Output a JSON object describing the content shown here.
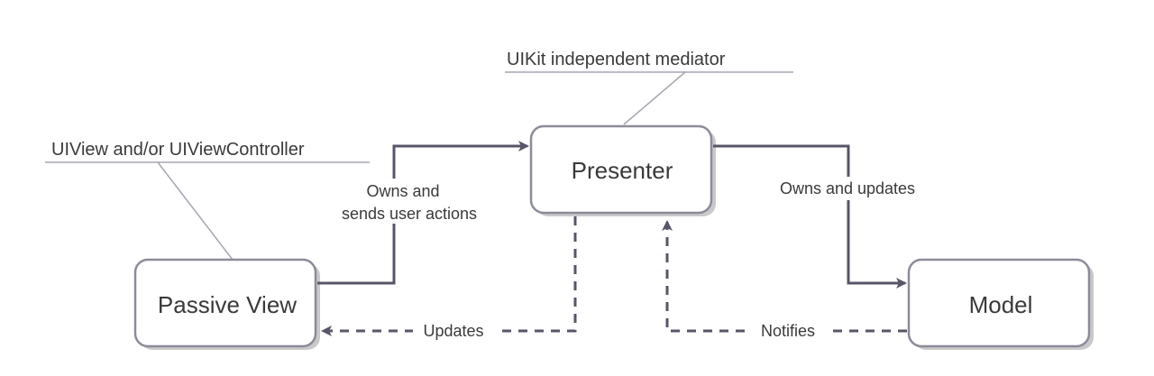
{
  "nodes": {
    "passive_view": "Passive View",
    "presenter": "Presenter",
    "model": "Model"
  },
  "annotations": {
    "view_note": "UIView and/or UIViewController",
    "presenter_note": "UIKit independent mediator"
  },
  "edges": {
    "view_to_presenter_line1": "Owns and",
    "view_to_presenter_line2": "sends user actions",
    "presenter_to_model": "Owns and updates",
    "presenter_to_view": "Updates",
    "model_to_presenter": "Notifies"
  },
  "colors": {
    "stroke": "#5a5468",
    "node_border": "#8e8a99",
    "shadow": "#c9c9c9",
    "callout": "#a8a4b3",
    "text": "#3a3a3a"
  }
}
